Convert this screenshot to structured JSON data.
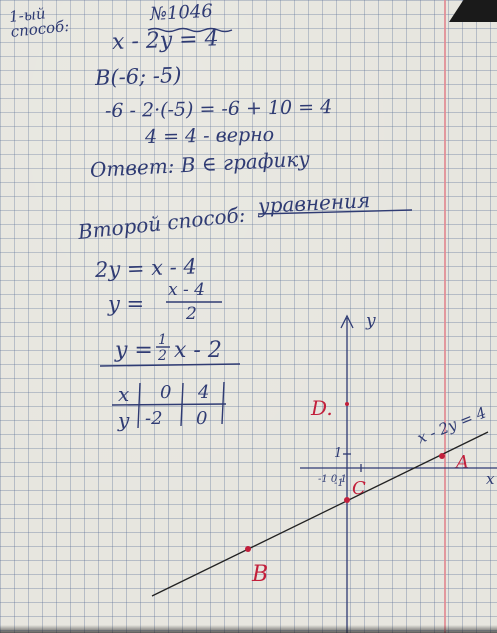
{
  "notebook": {
    "problem_number": "№1046",
    "method1_label": "1-ый способ:",
    "equation": "x - 2y = 4",
    "point_b": "B(-6; -5)",
    "substitution": "-6 - 2·(-5) = -6 + 10 = 4",
    "check": "4 = 4 - верно",
    "answer_line1": "Ответ: B ∈ графику",
    "answer_line2": "уравнения",
    "method2_label": "Второй способ:",
    "step1": "2y = x - 4",
    "step2_lhs": "y =",
    "step2_num": "x - 4",
    "step2_den": "2",
    "step3_lhs": "y =",
    "step3_frac_num": "1",
    "step3_frac_den": "2",
    "step3_rhs": "x - 2",
    "table": {
      "row_x": [
        "x",
        "0",
        "4"
      ],
      "row_y": [
        "y",
        "-2",
        "0"
      ]
    }
  },
  "graph": {
    "axis_y_label": "y",
    "axis_x_label": "x",
    "tick_one_y": "1",
    "origin_labels": "-1  0  1",
    "tick_minus_one_y": "-1",
    "line_label": "x - 2y = 4",
    "points": {
      "A": "A",
      "B": "B",
      "C": "C",
      "D": "D."
    }
  },
  "colors": {
    "ink_blue": "#2f3b73",
    "ink_red": "#c21f3b",
    "margin_pink": "#e08a93",
    "paper": "#e7e6df"
  }
}
